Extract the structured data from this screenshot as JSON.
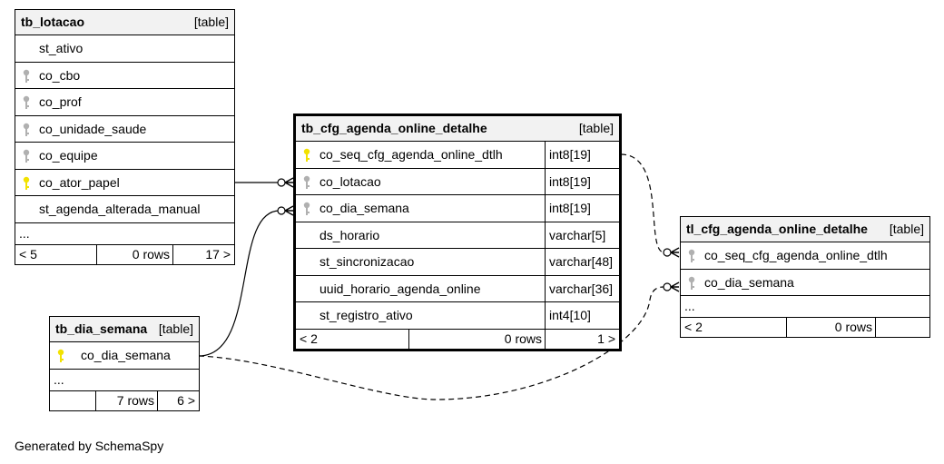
{
  "tables": {
    "tb_lotacao": {
      "name": "tb_lotacao",
      "kind": "[table]",
      "columns": [
        {
          "name": "st_ativo",
          "key": "none"
        },
        {
          "name": "co_cbo",
          "key": "fk"
        },
        {
          "name": "co_prof",
          "key": "fk"
        },
        {
          "name": "co_unidade_saude",
          "key": "fk"
        },
        {
          "name": "co_equipe",
          "key": "fk"
        },
        {
          "name": "co_ator_papel",
          "key": "pk"
        },
        {
          "name": "st_agenda_alterada_manual",
          "key": "none"
        }
      ],
      "ellipsis": "...",
      "footer": {
        "left": "< 5",
        "mid": "0 rows",
        "right": "17 >"
      }
    },
    "tb_cfg_agenda_online_detalhe": {
      "name": "tb_cfg_agenda_online_detalhe",
      "kind": "[table]",
      "columns": [
        {
          "name": "co_seq_cfg_agenda_online_dtlh",
          "type": "int8[19]",
          "key": "pk"
        },
        {
          "name": "co_lotacao",
          "type": "int8[19]",
          "key": "fk"
        },
        {
          "name": "co_dia_semana",
          "type": "int8[19]",
          "key": "fk"
        },
        {
          "name": "ds_horario",
          "type": "varchar[5]",
          "key": "none"
        },
        {
          "name": "st_sincronizacao",
          "type": "varchar[48]",
          "key": "none"
        },
        {
          "name": "uuid_horario_agenda_online",
          "type": "varchar[36]",
          "key": "none"
        },
        {
          "name": "st_registro_ativo",
          "type": "int4[10]",
          "key": "none"
        }
      ],
      "footer": {
        "left": "< 2",
        "mid": "0 rows",
        "right": "1 >"
      }
    },
    "tb_dia_semana": {
      "name": "tb_dia_semana",
      "kind": "[table]",
      "columns": [
        {
          "name": "co_dia_semana",
          "key": "pk"
        }
      ],
      "ellipsis": "...",
      "footer": {
        "left": "",
        "mid": "7 rows",
        "right": "6 >"
      }
    },
    "tl_cfg_agenda_online_detalhe": {
      "name": "tl_cfg_agenda_online_detalhe",
      "kind": "[table]",
      "columns": [
        {
          "name": "co_seq_cfg_agenda_online_dtlh",
          "key": "fk"
        },
        {
          "name": "co_dia_semana",
          "key": "fk"
        }
      ],
      "ellipsis": "...",
      "footer": {
        "left": "< 2",
        "mid": "0 rows",
        "right": ""
      }
    }
  },
  "colors": {
    "pk_key": "#f2e200",
    "fk_key": "#b0b0b0",
    "header_bg": "#f2f2f2"
  },
  "credit": "Generated by SchemaSpy"
}
